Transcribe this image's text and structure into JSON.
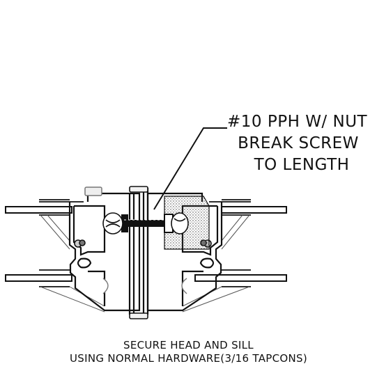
{
  "callout": {
    "line1": "#10 PPH W/ NUT",
    "line2": "BREAK SCREW",
    "line3": "TO LENGTH"
  },
  "caption": {
    "line1": "SECURE HEAD AND SILL",
    "line2": "USING NORMAL HARDWARE(3/16 TAPCONS)"
  }
}
